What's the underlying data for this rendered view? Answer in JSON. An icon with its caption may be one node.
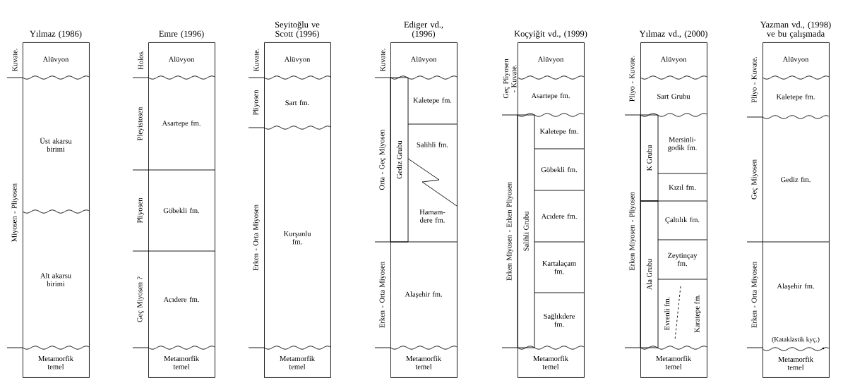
{
  "diagram": {
    "nodes": [
      {
        "text": [
          "Yılmaz (1986)"
        ]
      },
      {
        "text": [
          "Alüvyon"
        ],
        "in": 0
      },
      {
        "text": [
          "Üst akarsu birimi"
        ],
        "in": 0
      },
      {
        "text": [
          "Alt akarsu birimi"
        ],
        "in": 0
      },
      {
        "text": [
          "Metamorfik temel"
        ],
        "in": 0
      },
      {
        "text": [
          "Emre (1996)"
        ]
      },
      {
        "text": [
          "Alüvyon"
        ],
        "in": 5
      },
      {
        "text": [
          "Asartepe fm."
        ],
        "in": 5
      },
      {
        "text": [
          "Göbekli fm."
        ],
        "in": 5
      },
      {
        "text": [
          "Acıdere fm."
        ],
        "in": 5
      },
      {
        "text": [
          "Metamorfik temel"
        ],
        "in": 5
      },
      {
        "text": [
          "Seyitoğlu ve Scott (1996)"
        ]
      },
      {
        "text": [
          "Alüvyon"
        ],
        "in": 11
      },
      {
        "text": [
          "Sart fm."
        ],
        "in": 11
      },
      {
        "text": [
          "Kurşunlu fm."
        ],
        "in": 11
      },
      {
        "text": [
          "Metamorfik temel"
        ],
        "in": 11
      },
      {
        "text": [
          "Ediger vd., (1996)"
        ]
      },
      {
        "text": [
          "Alüvyon"
        ],
        "in": 16
      },
      {
        "text": [
          "Gediz Grubu"
        ],
        "in": 16
      },
      {
        "text": [
          "Kaletepe fm."
        ],
        "in": 16
      },
      {
        "text": [
          "Salihli fm."
        ],
        "in": 16
      },
      {
        "text": [
          "Hamam-dere fm."
        ],
        "in": 16
      },
      {
        "text": [
          "Alaşehir fm."
        ],
        "in": 16
      },
      {
        "text": [
          "Metamorfik temel"
        ],
        "in": 16
      },
      {
        "text": [
          "Koçyiğit vd., (1999)"
        ]
      },
      {
        "text": [
          "Alüvyon"
        ],
        "in": 24
      },
      {
        "text": [
          "Asartepe fm."
        ],
        "in": 24
      },
      {
        "text": [
          "Salihli Grubu"
        ],
        "in": 24
      },
      {
        "text": [
          "Kaletepe fm."
        ],
        "in": 24
      },
      {
        "text": [
          "Göbekli fm."
        ],
        "in": 24
      },
      {
        "text": [
          "Acıdere fm."
        ],
        "in": 24
      },
      {
        "text": [
          "Kartalaçam fm."
        ],
        "in": 24
      },
      {
        "text": [
          "Sağlıkdere fm."
        ],
        "in": 24
      },
      {
        "text": [
          "Metamorfik temel"
        ],
        "in": 24
      },
      {
        "text": [
          "Yılmaz vd., (2000)"
        ]
      },
      {
        "text": [
          "Alüvyon"
        ],
        "in": 34
      },
      {
        "text": [
          "Sart Grubu"
        ],
        "in": 34
      },
      {
        "text": [
          "K Grubu"
        ],
        "in": 34
      },
      {
        "text": [
          "Mersinli-godik fm."
        ],
        "in": 34
      },
      {
        "text": [
          "Kızıl fm."
        ],
        "in": 34
      },
      {
        "text": [
          "Ala Grubu"
        ],
        "in": 34
      },
      {
        "text": [
          "Çaltılık fm."
        ],
        "in": 34
      },
      {
        "text": [
          "Zeytinçay fm."
        ],
        "in": 34
      },
      {
        "text": [
          "Evrenli fm."
        ],
        "in": 34
      },
      {
        "text": [
          "Karatepe fm."
        ],
        "in": 34
      },
      {
        "text": [
          "Metamorfik temel"
        ],
        "in": 34
      },
      {
        "text": [
          "Yazman vd., (1998) ve bu çalışmada"
        ]
      },
      {
        "text": [
          "Alüvyon"
        ],
        "in": 46
      },
      {
        "text": [
          "Kaletepe fm."
        ],
        "in": 46
      },
      {
        "text": [
          "Gediz fm."
        ],
        "in": 46
      },
      {
        "text": [
          "Alaşehir fm."
        ],
        "in": 46
      },
      {
        "text": [
          "Metamorfik temel"
        ],
        "in": 46
      }
    ],
    "labels": [
      "Kuvate.",
      "Miyosen - Pliyosen",
      "Holos.",
      "Pleyistosen",
      "Pliyosen",
      "Geç Miyosen ?",
      "Kuvate.",
      "Pliyosen",
      "Erken - Orta Miyosen",
      "Kuvate.",
      "Orta - Geç Miyosen",
      "Erken - Orta Miyosen",
      "Geç Pliyosen - Kuvate.",
      "Erken Miyosen - Erken Pliyosen",
      "Pliyo - Kuvate.",
      "Erken Miyosen - Pliyosen",
      "Pliyo - Kuvate.",
      "Geç Miyosen",
      "Erken - Orta Miyosen",
      "(Kataklastik kyç.)"
    ]
  }
}
